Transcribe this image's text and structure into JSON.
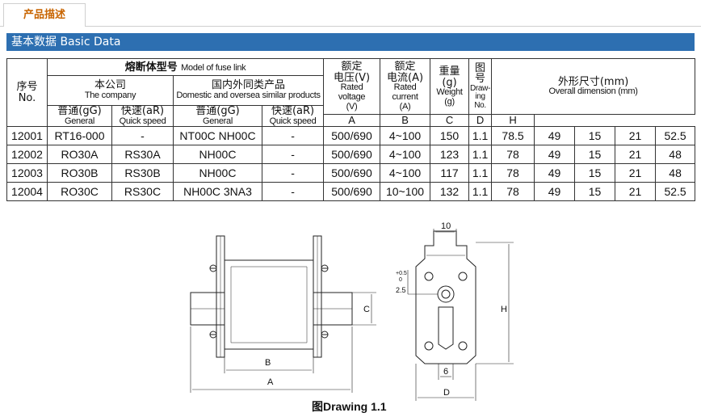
{
  "tab": {
    "label": "产品描述"
  },
  "section": {
    "title": "基本数据 Basic Data"
  },
  "table": {
    "seq": {
      "zh": "序号",
      "en": "No."
    },
    "model": {
      "zh": "熔断体型号",
      "en": "Model of fuse link"
    },
    "company": {
      "zh": "本公司",
      "en": "The company"
    },
    "domestic": {
      "zh": "国内外同类产品",
      "en": "Domestic and oversea similar products"
    },
    "general": {
      "zh": "普通(gG)",
      "en": "General"
    },
    "quick": {
      "zh": "快速(aR)",
      "en": "Quick speed"
    },
    "voltage": {
      "zh1": "额定",
      "zh2": "电压(V)",
      "en1": "Rated",
      "en2": "voltage",
      "en3": "(V)"
    },
    "current": {
      "zh1": "额定",
      "zh2": "电流(A)",
      "en1": "Rated",
      "en2": "current",
      "en3": "(A)"
    },
    "weight": {
      "zh1": "重量",
      "zh2": "(g)",
      "en1": "Weight",
      "en2": "(g)"
    },
    "drawing": {
      "zh1": "图",
      "zh2": "号",
      "en1": "Draw-",
      "en2": "ing",
      "en3": "No."
    },
    "dimension": {
      "zh": "外形尺寸(mm)",
      "en": "Overall dimension (mm)"
    },
    "dims": [
      "A",
      "B",
      "C",
      "D",
      "H"
    ],
    "rows": [
      {
        "no": "12001",
        "general": "RT16-000",
        "quick": "-",
        "dom_general": "NT00C NH00C",
        "dom_quick": "-",
        "voltage": "500/690",
        "current": "4~100",
        "weight": "150",
        "drawing": "1.1",
        "A": "78.5",
        "B": "49",
        "C": "15",
        "D": "21",
        "H": "52.5"
      },
      {
        "no": "12002",
        "general": "RO30A",
        "quick": "RS30A",
        "dom_general": "NH00C",
        "dom_quick": "-",
        "voltage": "500/690",
        "current": "4~100",
        "weight": "123",
        "drawing": "1.1",
        "A": "78",
        "B": "49",
        "C": "15",
        "D": "21",
        "H": "48"
      },
      {
        "no": "12003",
        "general": "RO30B",
        "quick": "RS30B",
        "dom_general": "NH00C",
        "dom_quick": "-",
        "voltage": "500/690",
        "current": "4~100",
        "weight": "117",
        "drawing": "1.1",
        "A": "78",
        "B": "49",
        "C": "15",
        "D": "21",
        "H": "48"
      },
      {
        "no": "12004",
        "general": "RO30C",
        "quick": "RS30C",
        "dom_general": "NH00C 3NA3",
        "dom_quick": "-",
        "voltage": "500/690",
        "current": "10~100",
        "weight": "132",
        "drawing": "1.1",
        "A": "78",
        "B": "49",
        "C": "15",
        "D": "21",
        "H": "52.5"
      }
    ]
  },
  "drawing": {
    "caption": "图Drawing 1.1",
    "labels": {
      "A": "A",
      "B": "B",
      "C": "C",
      "D": "D",
      "H": "H",
      "top": "10",
      "six": "6",
      "tol": "2.5",
      "tol_up": "+0.5",
      "tol_low": "0"
    }
  }
}
